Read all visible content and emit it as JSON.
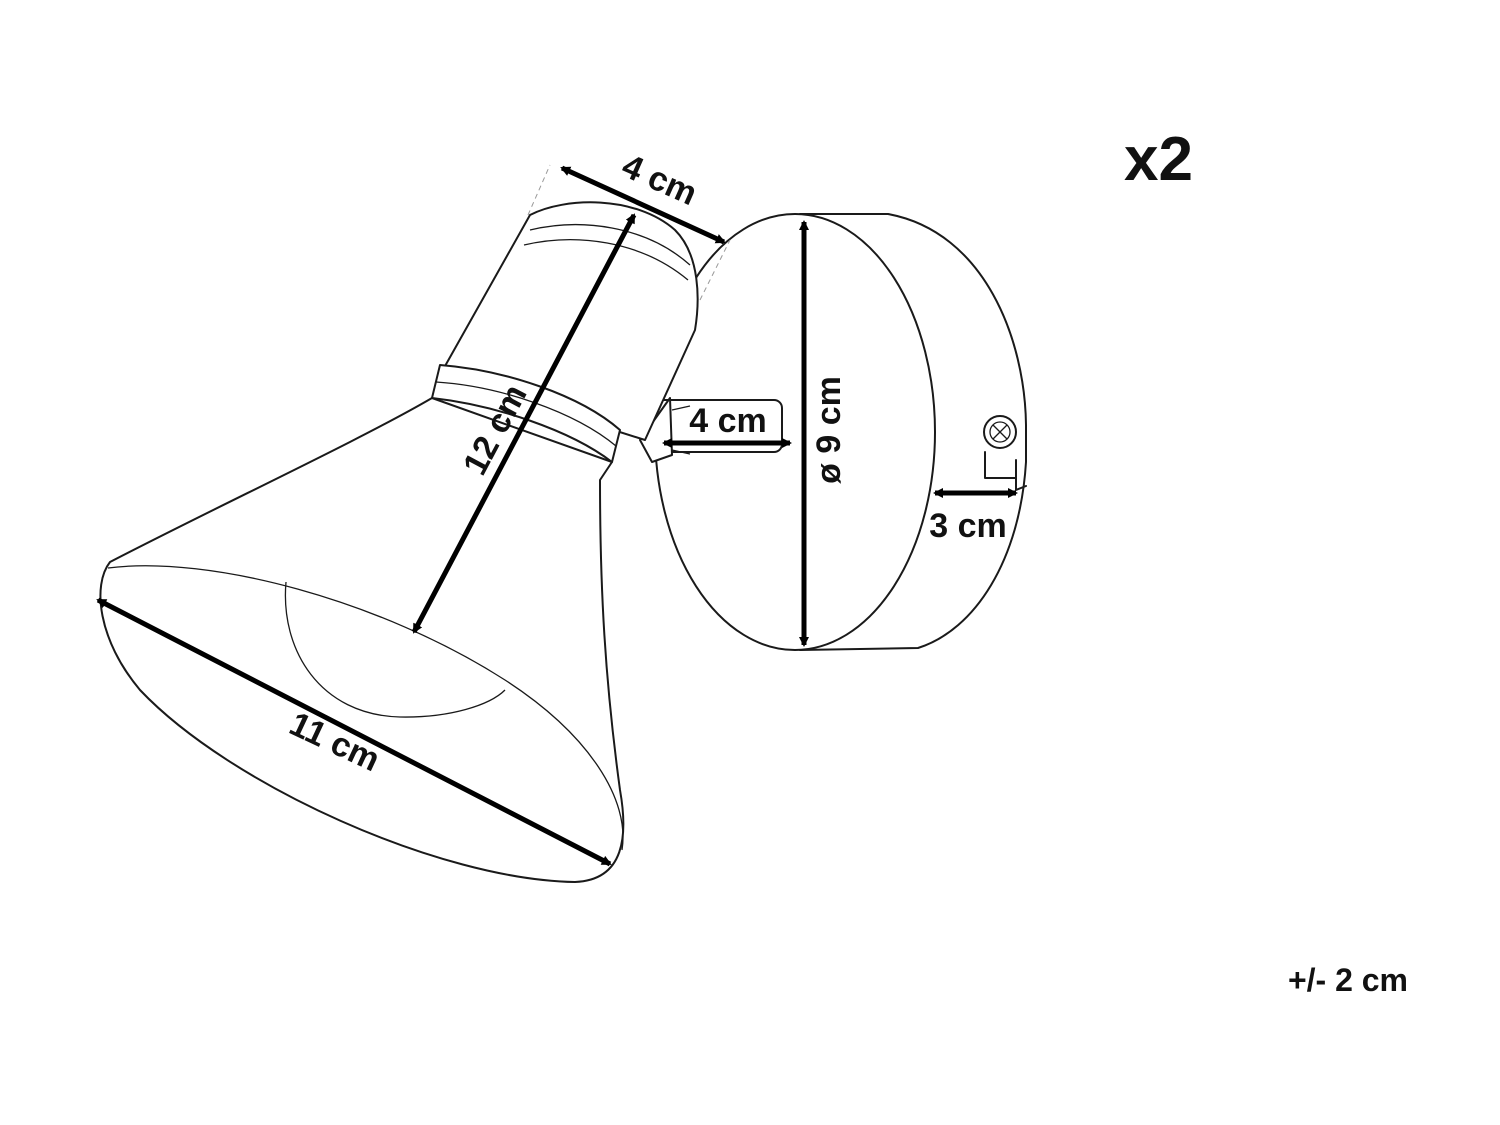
{
  "quantity_label": "x2",
  "tolerance_label": "+/- 2 cm",
  "dimensions": {
    "holder_width": "4 cm",
    "arm_length": "4 cm",
    "shade_length": "12 cm",
    "shade_opening": "11 cm",
    "base_diameter": "ø 9 cm",
    "base_depth": "3 cm"
  },
  "colors": {
    "line": "#1a1a1a",
    "arrow": "#000000",
    "background": "#ffffff"
  }
}
